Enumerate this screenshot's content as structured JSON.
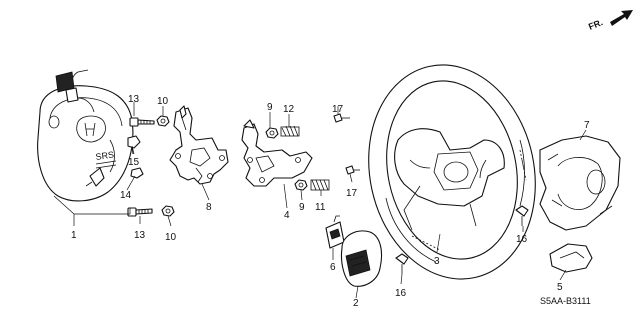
{
  "orientation": {
    "label": "FR."
  },
  "diagram_code": "S5AA-B3111",
  "callouts": {
    "c1": "1",
    "c2": "2",
    "c3": "3",
    "c4": "4",
    "c5": "5",
    "c6": "6",
    "c7": "7",
    "c8": "8",
    "c9a": "9",
    "c9b": "9",
    "c10a": "10",
    "c10b": "10",
    "c11": "11",
    "c12": "12",
    "c13a": "13",
    "c13b": "13",
    "c14": "14",
    "c15": "15",
    "c16a": "16",
    "c16b": "16",
    "c17a": "17",
    "c17b": "17"
  },
  "airbag_label": "SRS"
}
